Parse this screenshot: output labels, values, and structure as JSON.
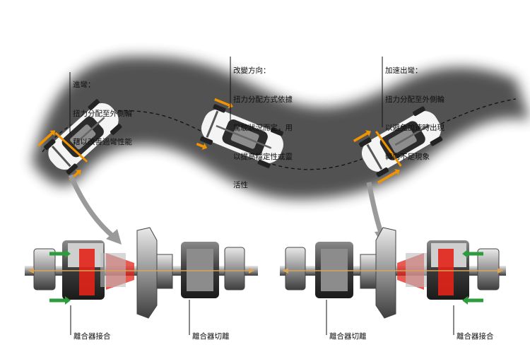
{
  "callouts": {
    "turn_in": {
      "title": "進彎：",
      "lines": [
        "扭力分配至外側輪",
        "藉以改善過彎性能"
      ]
    },
    "direction_change": {
      "title": "改變方向：",
      "lines": [
        "扭力分配方式依據",
        "駕駛狀況而定，用",
        "以提高穩定性或靈",
        "活性"
      ]
    },
    "acceleration_exit": {
      "title": "加速出彎：",
      "lines": [
        "扭力分配至外側輪",
        "以避免加速時出現",
        "轉向不足現象"
      ]
    }
  },
  "diagrams": {
    "left": {
      "label_left": "離合器接合",
      "label_right": "離合器切離"
    },
    "right": {
      "label_left": "離合器切離",
      "label_right": "離合器接合"
    }
  },
  "colors": {
    "road": "#4a4a4a",
    "torque_arrow": "#f29400",
    "clutch_engaged": "#e2231a",
    "engage_arrow": "#2e9b3c",
    "pointer_arrow": "#9a9a9a",
    "shaft_arrow": "#d9a45a"
  }
}
